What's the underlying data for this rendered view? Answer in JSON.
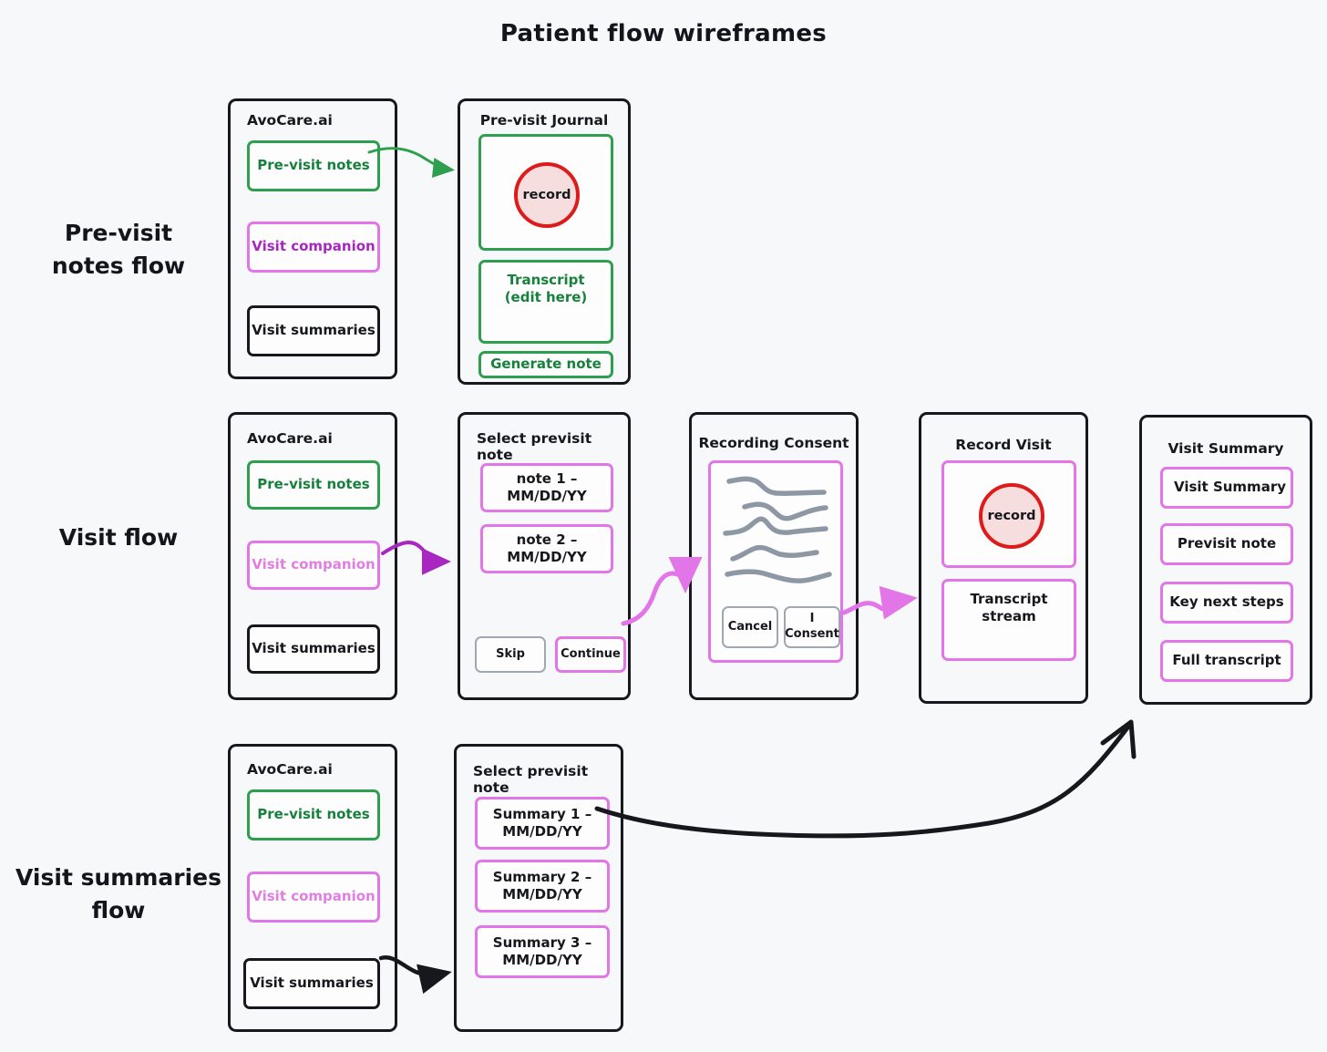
{
  "title": "Patient flow wireframes",
  "colors": {
    "background": "#F7F8FA",
    "outline": "#16181d",
    "green": "#2E9E4F",
    "green_text": "#17803C",
    "pink": "#E275E8",
    "pink_text": "#E07FE0",
    "purple_text": "#A727C0",
    "record_border": "#DD1B1B",
    "record_fill": "#F6DEDE",
    "gray_button": "#9FA7B3",
    "waveform": "#8E98A5"
  },
  "rows": [
    {
      "label": "Pre-visit\nnotes flow"
    },
    {
      "label": "Visit flow"
    },
    {
      "label": "Visit summaries\nflow"
    }
  ],
  "screens": {
    "home_row1": {
      "title": "AvoCare.ai",
      "items": [
        {
          "label": "Pre-visit notes",
          "style": "green"
        },
        {
          "label": "Visit companion",
          "style": "purple-text"
        },
        {
          "label": "Visit summaries",
          "style": "dark"
        }
      ]
    },
    "previsit_journal": {
      "title": "Pre-visit Journal",
      "record_label": "record",
      "transcript_label": "Transcript\n(edit here)",
      "generate_label": "Generate note"
    },
    "home_row2": {
      "title": "AvoCare.ai",
      "items": [
        {
          "label": "Pre-visit notes",
          "style": "green"
        },
        {
          "label": "Visit companion",
          "style": "pinktxt"
        },
        {
          "label": "Visit summaries",
          "style": "dark"
        }
      ]
    },
    "select_previsit_note": {
      "title": "Select previsit note",
      "notes": [
        "note 1 –\nMM/DD/YY",
        "note 2 –\nMM/DD/YY"
      ],
      "skip_label": "Skip",
      "continue_label": "Continue"
    },
    "recording_consent": {
      "title": "Recording Consent",
      "cancel_label": "Cancel",
      "consent_label": "I\nConsent"
    },
    "record_visit": {
      "title": "Record Visit",
      "record_label": "record",
      "transcript_label": "Transcript\nstream"
    },
    "visit_summary": {
      "title": "Visit Summary",
      "items": [
        "Visit Summary",
        "Previsit note",
        "Key next steps",
        "Full transcript"
      ]
    },
    "home_row3": {
      "title": "AvoCare.ai",
      "items": [
        {
          "label": "Pre-visit notes",
          "style": "green"
        },
        {
          "label": "Visit companion",
          "style": "pinktxt"
        },
        {
          "label": "Visit summaries",
          "style": "dark"
        }
      ]
    },
    "select_summary": {
      "title": "Select previsit note",
      "summaries": [
        "Summary 1 –\nMM/DD/YY",
        "Summary 2 –\nMM/DD/YY",
        "Summary 3 –\nMM/DD/YY"
      ]
    }
  }
}
